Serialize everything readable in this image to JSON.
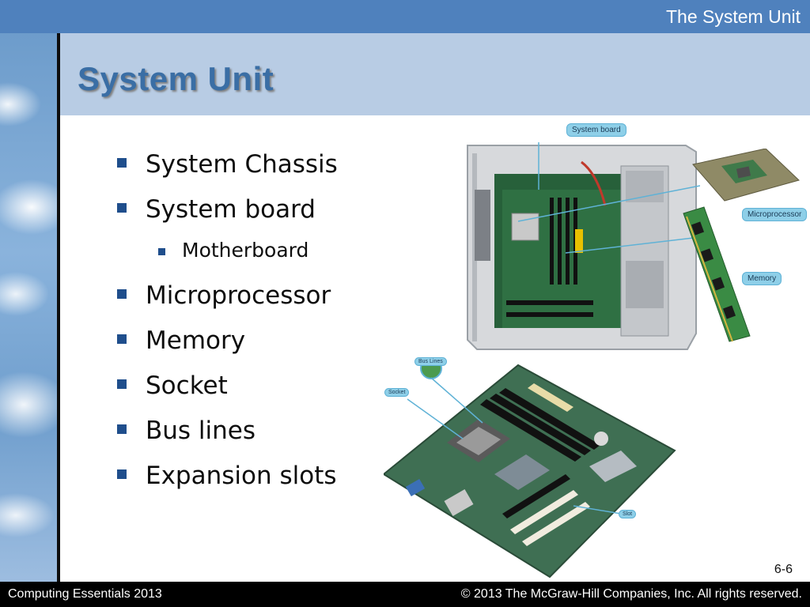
{
  "header": {
    "section_title": "The System Unit"
  },
  "slide": {
    "title": "System Unit",
    "bullets": [
      {
        "text": "System Chassis"
      },
      {
        "text": "System board",
        "sub": [
          "Motherboard"
        ]
      },
      {
        "text": "Microprocessor"
      },
      {
        "text": "Memory"
      },
      {
        "text": "Socket"
      },
      {
        "text": "Bus lines"
      },
      {
        "text": "Expansion slots"
      }
    ],
    "page_number": "6-6"
  },
  "figure_top": {
    "callouts": {
      "system_board": "System board",
      "microprocessor": "Microprocessor",
      "memory": "Memory"
    }
  },
  "figure_bottom": {
    "callouts": {
      "bus_lines": "Bus Lines",
      "socket": "Socket",
      "slot": "Slot"
    }
  },
  "footer": {
    "left": "Computing Essentials 2013",
    "right": "© 2013 The McGraw-Hill Companies, Inc. All rights reserved."
  },
  "colors": {
    "accent": "#4f81bd",
    "title_band": "#b8cce4",
    "title_text": "#3a6ea5",
    "callout": "#8ecfe8"
  }
}
